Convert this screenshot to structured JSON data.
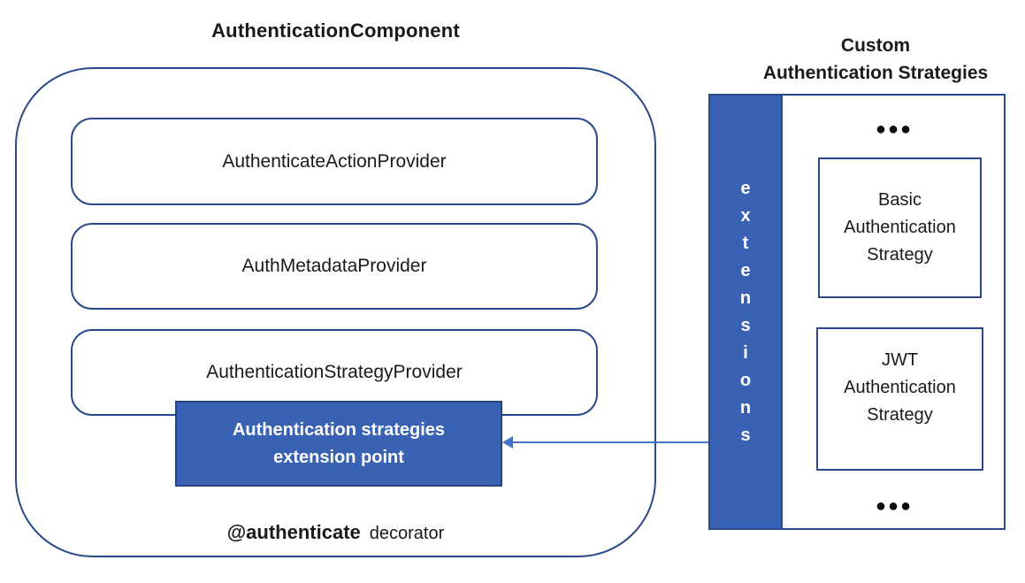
{
  "left_panel": {
    "title": "AuthenticationComponent",
    "providers": [
      {
        "label": "AuthenticateActionProvider"
      },
      {
        "label": "AuthMetadataProvider"
      },
      {
        "label": "AuthenticationStrategyProvider"
      }
    ],
    "extension_point": {
      "line1": "Authentication strategies",
      "line2": "extension point"
    },
    "decorator": {
      "bold": "@authenticate",
      "regular": "decorator"
    }
  },
  "arrow": {
    "description": "arrow from extensions bar to authentication strategies extension point",
    "color": "#4472c4"
  },
  "right_panel": {
    "title_line1": "Custom",
    "title_line2": "Authentication Strategies",
    "extensions_bar": {
      "word": "extensions",
      "letters": [
        "e",
        "x",
        "t",
        "e",
        "n",
        "s",
        "i",
        "o",
        "n",
        "s"
      ]
    },
    "ellipsis_top": "●●●",
    "ellipsis_bottom": "●●●",
    "strategies": [
      {
        "label_lines": [
          "Basic",
          "Authentication",
          "Strategy"
        ]
      },
      {
        "label_lines": [
          "JWT",
          "Authentication",
          "Strategy"
        ]
      }
    ]
  },
  "colors": {
    "border_navy": "#2b4a8b",
    "fill_blue": "#3a62b4",
    "arrow_blue": "#4472c4",
    "background": "#ffffff"
  }
}
